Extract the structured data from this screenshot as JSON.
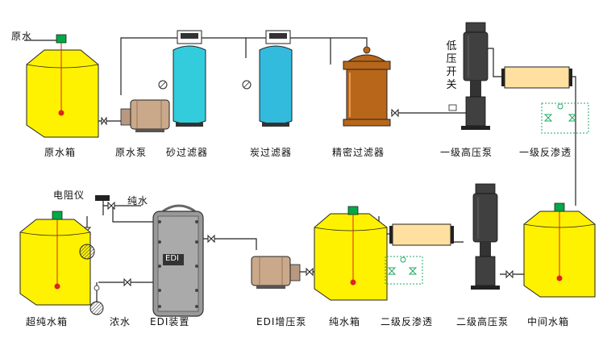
{
  "labels": {
    "raw_water_inlet": "原水",
    "raw_water_tank": "原水箱",
    "raw_water_pump": "原水泵",
    "sand_filter": "砂过滤器",
    "carbon_filter": "炭过滤器",
    "precision_filter": "精密过滤器",
    "low_pressure_switch": "低压开关",
    "hp_pump_1": "一级高压泵",
    "ro_1": "一级反渗透",
    "resistivity_meter": "电阻仪",
    "pure_water_out": "纯水",
    "ultrapure_tank": "超纯水箱",
    "concentrate": "浓水",
    "edi_unit": "EDI装置",
    "edi_module_text": "EDI",
    "edi_booster_pump": "EDI增压泵",
    "pure_water_tank": "纯水箱",
    "ro_2": "二级反渗透",
    "hp_pump_2": "二级高压泵",
    "intermediate_tank": "中间水箱"
  },
  "colors": {
    "tank_fill": "#fff200",
    "sand_filter": "#33ccdd",
    "carbon_filter": "#33bbdd",
    "precision_filter": "#b8661a",
    "ro_membrane": "#ffe0a0",
    "pump_motor": "#c9a98a",
    "hp_pump": "#404040",
    "level_sensor": "#00aa44",
    "probe_dot": "#dd2222",
    "valve_green": "#22aa66",
    "edi_body": "#999999",
    "pipe": "#222222"
  }
}
